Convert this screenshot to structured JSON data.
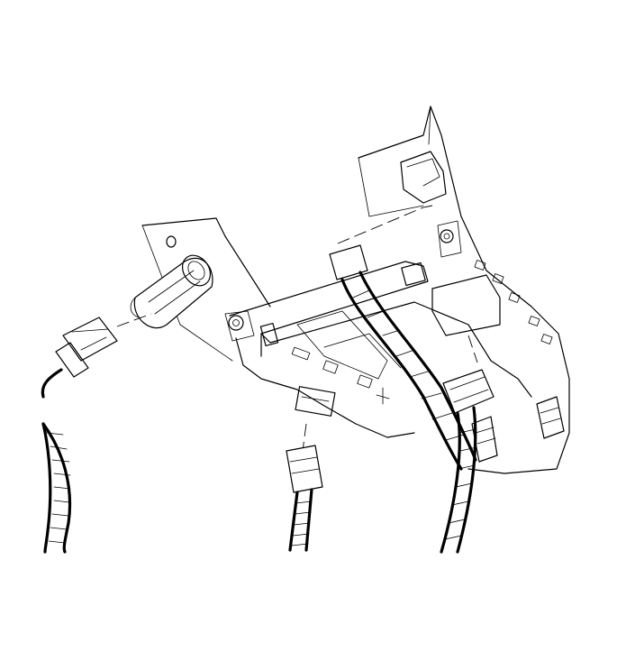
{
  "figure": {
    "colors": {
      "line": "#000000",
      "background": "#ffffff"
    },
    "parts": [
      "lighter-socket",
      "lighter-connector",
      "left-harness",
      "center-harness-connector",
      "right-harness-connector",
      "console-trim-panel",
      "instrument-panel-bracket"
    ]
  }
}
